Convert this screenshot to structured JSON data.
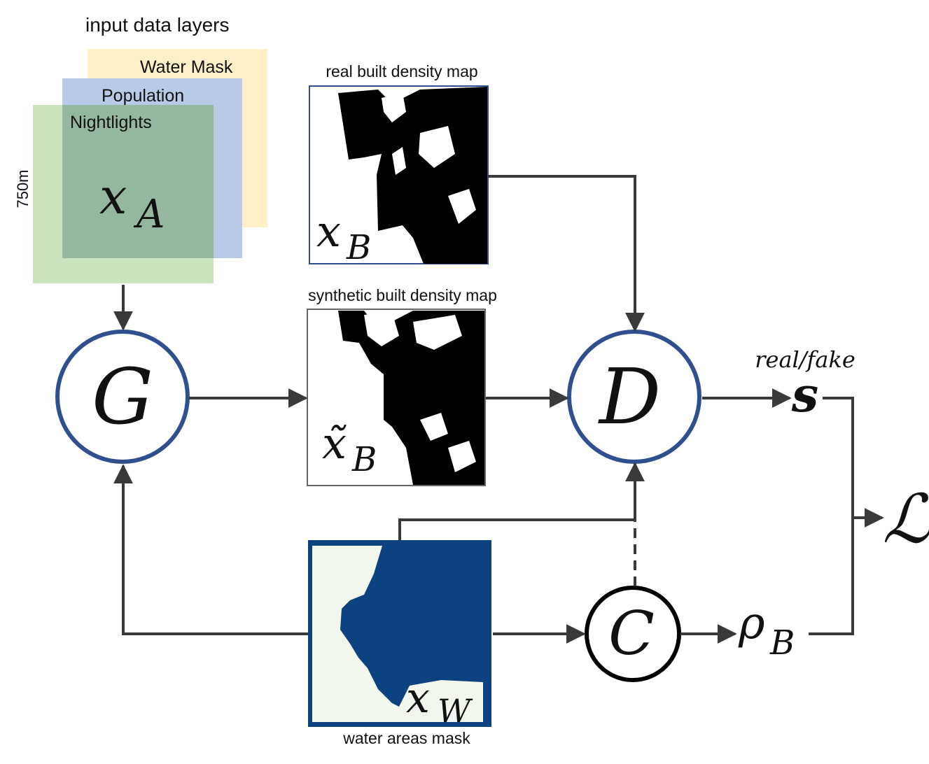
{
  "header": {
    "title": "input data layers"
  },
  "layers": {
    "water_mask": "Water Mask",
    "population": "Population",
    "nightlights": "Nightlights",
    "scale_label": "750m",
    "symbol_base": "x",
    "symbol_sub": "A"
  },
  "maps": {
    "real": {
      "caption": "real built density map",
      "symbol_base": "x",
      "symbol_sub": "B"
    },
    "synthetic": {
      "caption": "synthetic built density map",
      "symbol_base": "x̃",
      "symbol_sub": "B"
    },
    "water": {
      "caption": "water areas mask",
      "symbol_base": "x",
      "symbol_sub": "W"
    }
  },
  "nodes": {
    "generator": "G",
    "discriminator": "D",
    "classifier": "C"
  },
  "outputs": {
    "score_label": "real/fake",
    "score_symbol": "s",
    "rho_base": "ρ",
    "rho_sub": "B",
    "loss": "ℒ"
  },
  "colors": {
    "water_mask_layer": "#fdf0c6",
    "population_layer": "#b6c8e6",
    "nightlights_layer": "#a9cf95",
    "node_stroke": "#2f4f8f",
    "classifier_stroke": "#000000",
    "water_fill": "#0c427f",
    "land_fill": "#f2f7ee",
    "arrow": "#3a3a3a"
  }
}
